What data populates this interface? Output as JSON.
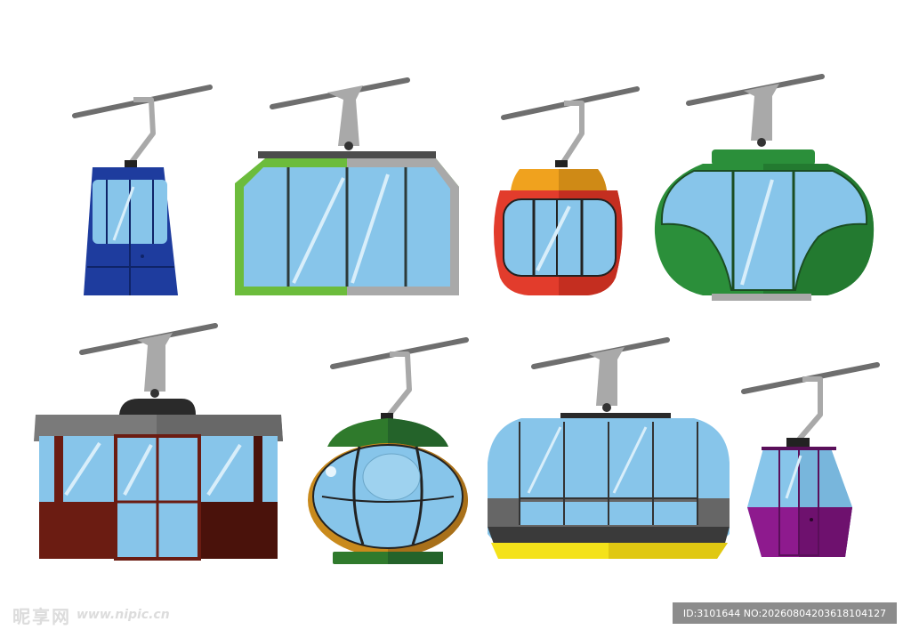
{
  "watermark": {
    "site_name": "昵享网",
    "url": "www.nipic.cn",
    "image_id_text": "ID:3101644 NO:20260804203618104127"
  },
  "colors": {
    "cable": "#6e6e6e",
    "hanger": "#a9a9a9",
    "glass": "#87c5ea",
    "blue_car": "#1e3c9e",
    "green_outline": "#6cbc3c",
    "orange_top": "#f0a21e",
    "red_car": "#e23c2c",
    "green_car": "#2b8f3a",
    "grey_roof": "#7a7a7a",
    "brown_car": "#6b1c12",
    "olive_green": "#2f7a2c",
    "orange_brown": "#c98a1c",
    "yellow_base": "#f4e21a",
    "purple_car": "#8e1a8e"
  },
  "gondolas": [
    {
      "name": "gondola-blue-small"
    },
    {
      "name": "gondola-green-outlined-wide"
    },
    {
      "name": "gondola-red-orange"
    },
    {
      "name": "gondola-green-rounded"
    },
    {
      "name": "gondola-brown-grey-roof"
    },
    {
      "name": "gondola-round-olive"
    },
    {
      "name": "gondola-yellow-base"
    },
    {
      "name": "gondola-purple-small"
    }
  ]
}
